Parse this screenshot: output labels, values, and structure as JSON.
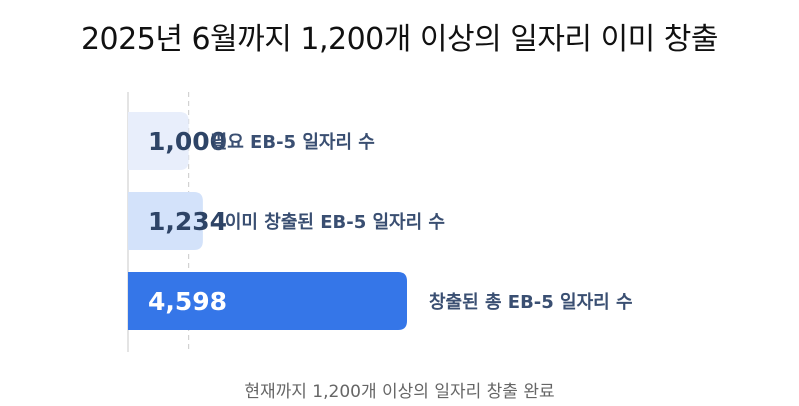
{
  "chart_data": {
    "type": "bar",
    "orientation": "horizontal",
    "title": "2025년 6월까지 1,200개 이상의 일자리 이미 창출",
    "caption": "현재까지 1,200개 이상의 일자리 창출 완료",
    "categories": [
      "필요 EB-5 일자리 수",
      "이미 창출된 EB-5 일자리 수",
      "창출된 총 EB-5 일자리 수"
    ],
    "values": [
      1000,
      1234,
      4598
    ],
    "value_labels": [
      "1,000",
      "1,234",
      "4,598"
    ],
    "reference_line": 1000,
    "grid": false,
    "legend": "none",
    "colors": {
      "bars": [
        "#e8eefb",
        "#d3e2fa",
        "#3576e8"
      ],
      "value_text": [
        "#2e4466",
        "#2e4466",
        "#ffffff"
      ],
      "category_text": "#3a4f72",
      "axis": "#c9c9c9",
      "reference": "#c9c9c9"
    }
  }
}
